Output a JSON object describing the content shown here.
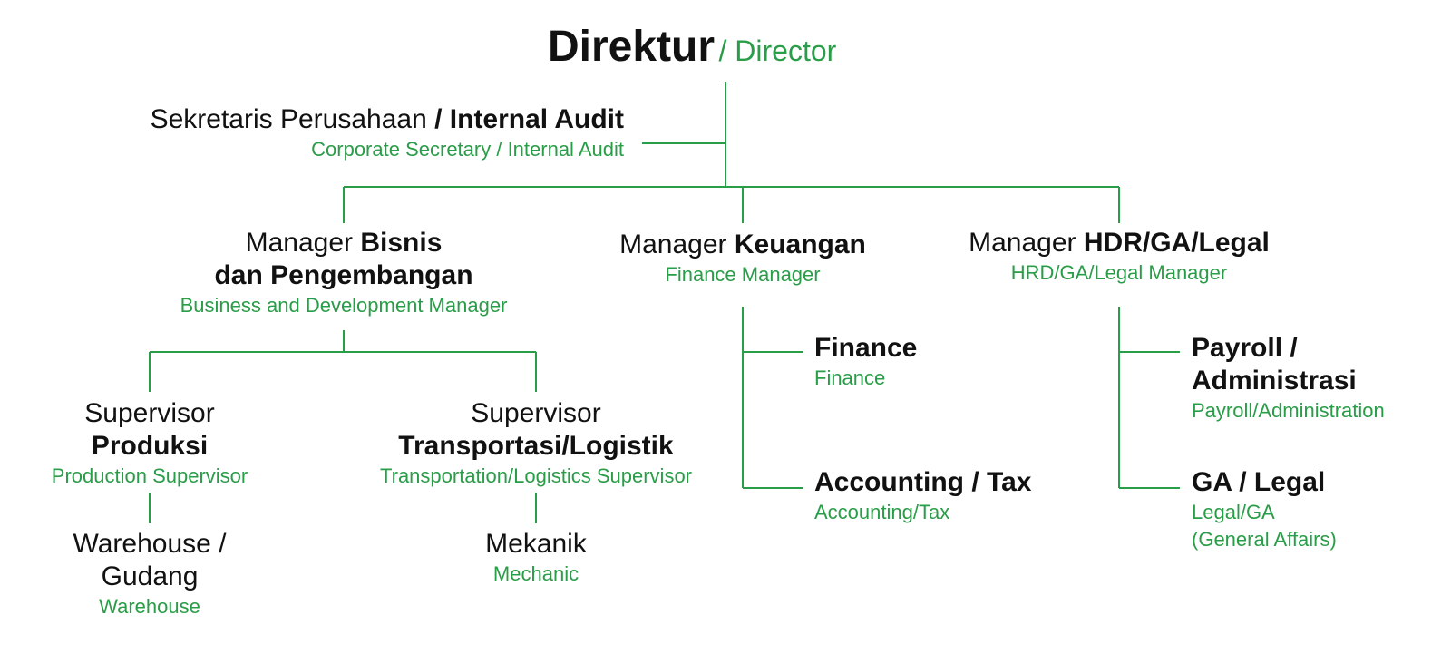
{
  "colors": {
    "accent": "#2a9d48",
    "text": "#111111",
    "background": "#ffffff"
  },
  "director": {
    "title": "Direktur",
    "subtitle": "/ Director"
  },
  "secretary": {
    "title_regular": "Sekretaris Perusahaan",
    "title_bold": "/ Internal Audit",
    "subtitle": "Corporate Secretary / Internal Audit"
  },
  "business_manager": {
    "title_regular": "Manager",
    "title_bold_1": "Bisnis",
    "title_bold_2": "dan Pengembangan",
    "subtitle": "Business and Development Manager"
  },
  "finance_manager": {
    "title_regular": "Manager",
    "title_bold": "Keuangan",
    "subtitle": "Finance Manager"
  },
  "hr_manager": {
    "title_regular": "Manager",
    "title_bold": "HDR/GA/Legal",
    "subtitle": "HRD/GA/Legal Manager"
  },
  "production_supervisor": {
    "title_regular": "Supervisor",
    "title_bold": "Produksi",
    "subtitle": "Production Supervisor"
  },
  "transport_supervisor": {
    "title_regular": "Supervisor",
    "title_bold": "Transportasi/Logistik",
    "subtitle": "Transportation/Logistics Supervisor"
  },
  "warehouse": {
    "title_line_1": "Warehouse /",
    "title_line_2": "Gudang",
    "subtitle": "Warehouse"
  },
  "mechanic": {
    "title": "Mekanik",
    "subtitle": "Mechanic"
  },
  "finance": {
    "title": "Finance",
    "subtitle": "Finance"
  },
  "accounting": {
    "title": "Accounting / Tax",
    "subtitle": "Accounting/Tax"
  },
  "payroll": {
    "title_line_1": "Payroll /",
    "title_line_2": "Administrasi",
    "subtitle": "Payroll/Administration"
  },
  "ga_legal": {
    "title": "GA / Legal",
    "subtitle_line_1": "Legal/GA",
    "subtitle_line_2": "(General Affairs)"
  }
}
